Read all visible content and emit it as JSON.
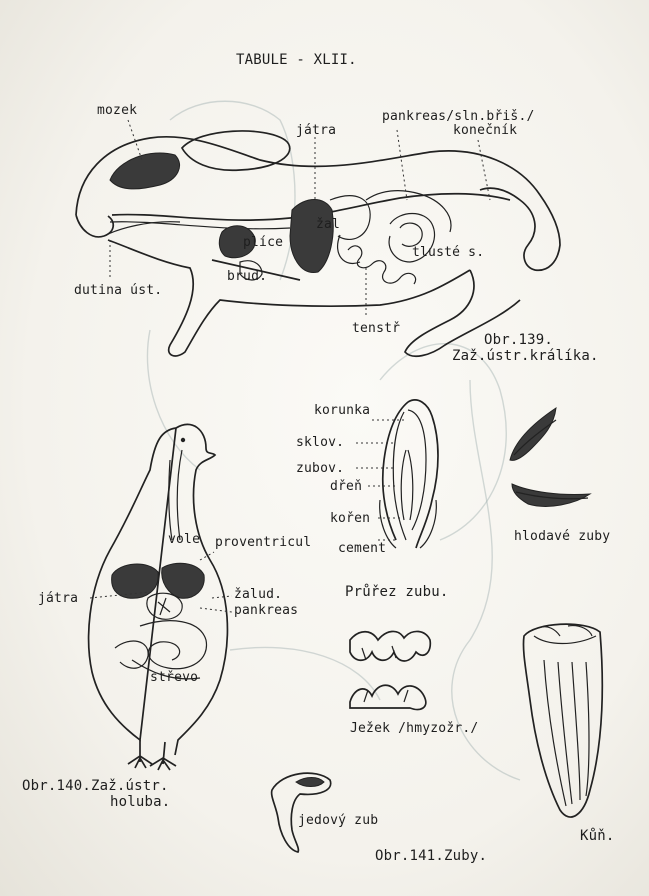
{
  "title": "TABULE - XLII.",
  "rabbit": {
    "labels": {
      "mozek": "mozek",
      "jatra": "játra",
      "pankreas": "pankreas/sln.břiš./",
      "konecnik": "konečník",
      "zal": "žal",
      "plice": "plíce",
      "brud": "brud.",
      "dutina": "dutina úst.",
      "tlusto": "tlusté s.",
      "tenstr": "tenstř"
    },
    "caption_line1": "Obr.139.",
    "caption_line2": "Zaž.ústr.králíka."
  },
  "pigeon": {
    "labels": {
      "vole": "vole",
      "proventricul": "proventricul",
      "jatra": "játra",
      "zalud": "žalud.",
      "pankreas": "pankreas",
      "strevo": "střevo"
    },
    "caption_line1": "Obr.140.Zaž.ústr.",
    "caption_line2": "holuba."
  },
  "tooth": {
    "labels": {
      "korunka": "korunka",
      "sklov": "sklov.",
      "zubov": "zubov.",
      "dren": "dřeň",
      "koren": "kořen",
      "cement": "cement"
    },
    "caption": "Průřez zubu."
  },
  "teeth": {
    "hlodave": "hlodavé zuby",
    "jezek": "Ježek /hmyzožr./",
    "jedovy": "jedový zub",
    "kun": "Kůň.",
    "caption": "Obr.141.Zuby."
  }
}
